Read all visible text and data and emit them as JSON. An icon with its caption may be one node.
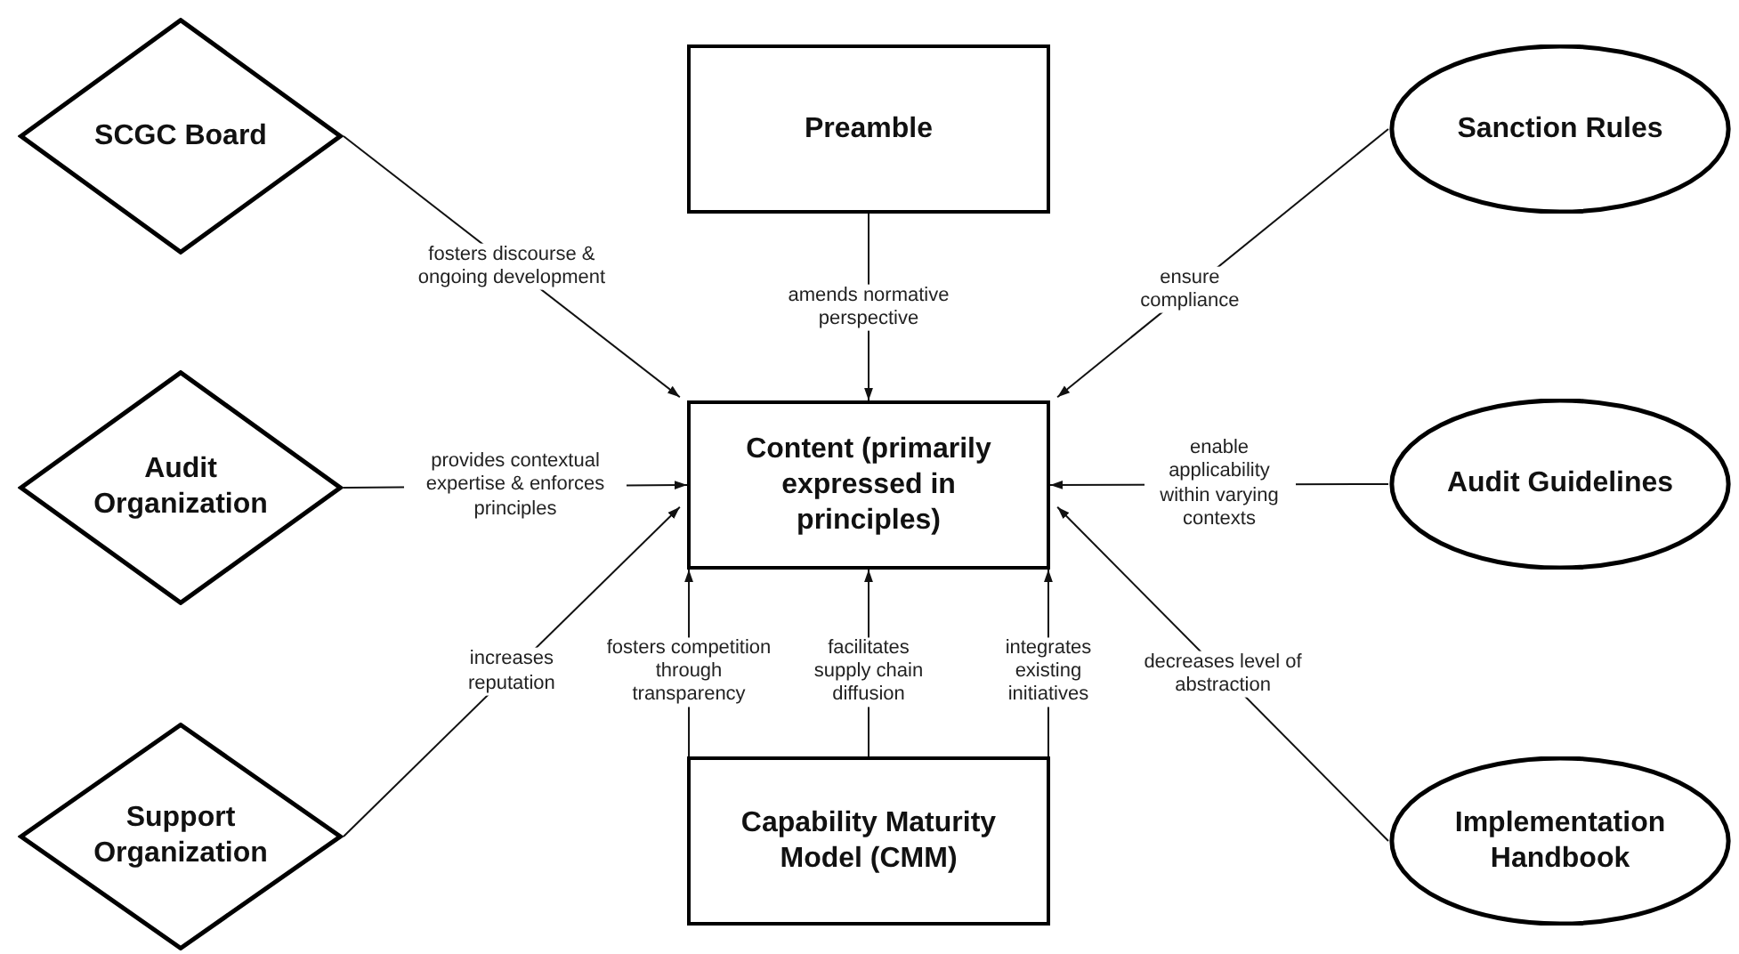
{
  "diagram": {
    "nodes": [
      {
        "text": [
          "SCGC Board"
        ]
      },
      {
        "text": [
          "Preamble"
        ]
      },
      {
        "text": [
          "Sanction Rules"
        ]
      },
      {
        "text": [
          "Audit Organization"
        ]
      },
      {
        "text": [
          "Content (primarily expressed in principles)"
        ]
      },
      {
        "text": [
          "Audit Guidelines"
        ]
      },
      {
        "text": [
          "Support Organization"
        ]
      },
      {
        "text": [
          "Capability Maturity Model (CMM)"
        ]
      },
      {
        "text": [
          "Implementation Handbook"
        ]
      }
    ],
    "edges": [
      {
        "from": 0,
        "to": 4,
        "arrow": "to",
        "label": "fosters discourse & ongoing development"
      },
      {
        "from": 1,
        "to": 4,
        "arrow": "to",
        "label": "amends normative perspective"
      },
      {
        "from": 2,
        "to": 4,
        "arrow": "to",
        "label": "ensure compliance"
      },
      {
        "from": 3,
        "to": 4,
        "arrow": "to",
        "label": "provides contextual expertise & enforces principles"
      },
      {
        "from": 5,
        "to": 4,
        "arrow": "to",
        "label": "enable applicability within varying contexts"
      },
      {
        "from": 6,
        "to": 4,
        "arrow": "to",
        "label": "increases reputation"
      },
      {
        "from": 7,
        "to": 4,
        "arrow": "to",
        "label": "fosters competition through transparency"
      },
      {
        "from": 7,
        "to": 4,
        "arrow": "to",
        "label": "facilitates supply chain diffusion"
      },
      {
        "from": 7,
        "to": 4,
        "arrow": "to",
        "label": "integrates existing initiatives"
      },
      {
        "from": 8,
        "to": 4,
        "arrow": "to",
        "label": "decreases level of abstraction"
      }
    ]
  }
}
